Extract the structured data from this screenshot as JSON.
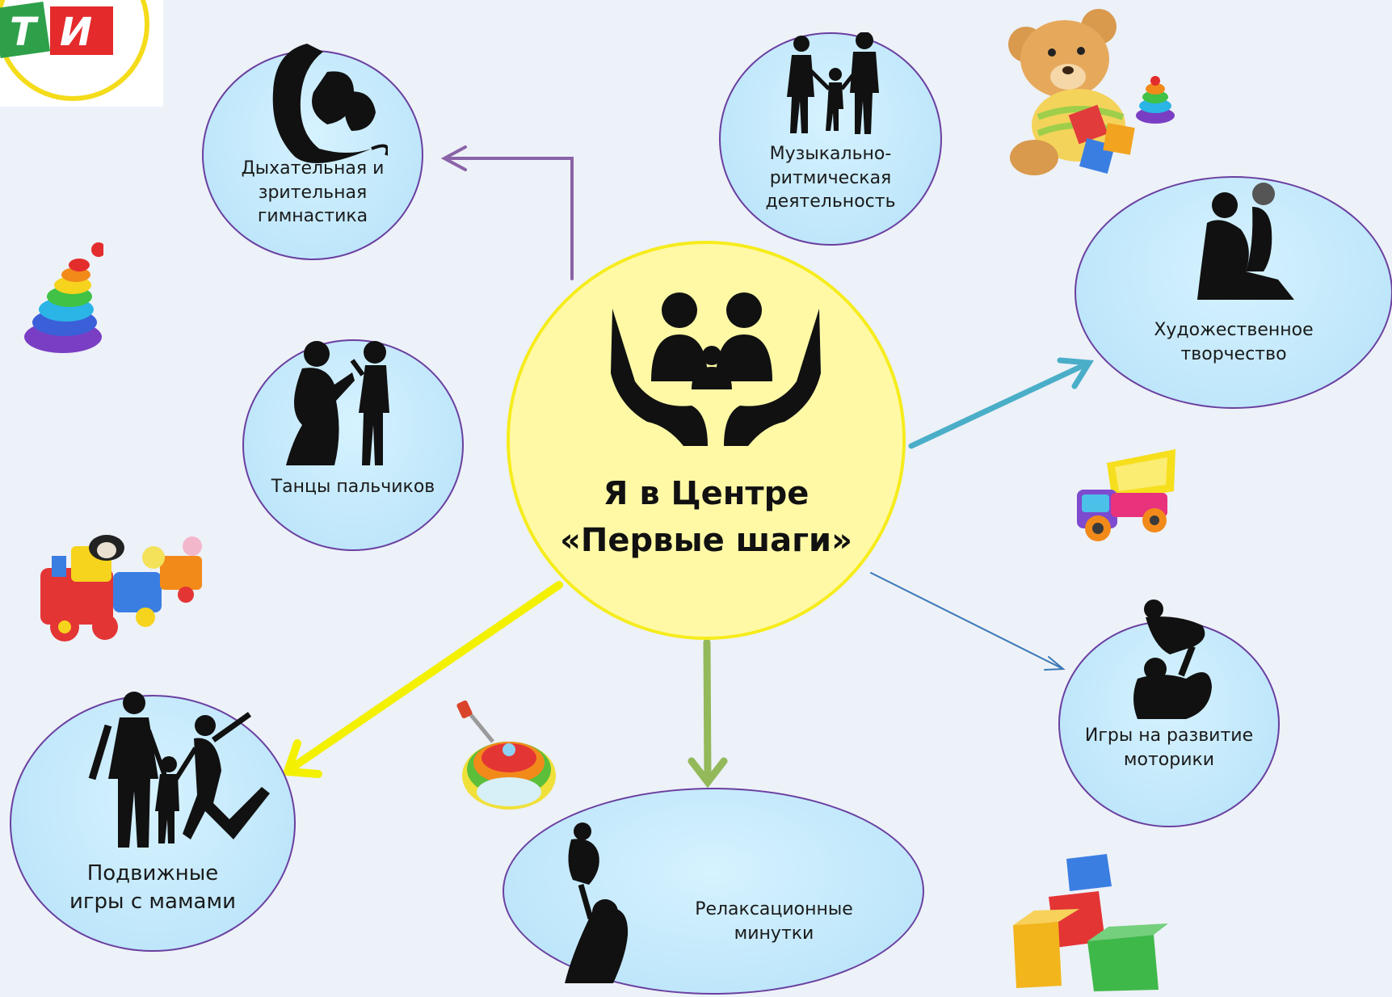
{
  "center": {
    "title": "Я в Центре «Первые шаги»"
  },
  "logo": {
    "letters": "ТИ"
  },
  "nodes": {
    "breathing": "Дыхательная и зрительная гимнастика",
    "music": "Музыкально-ритмическая деятельность",
    "art": "Художественное творчество",
    "finger_dance": "Танцы пальчиков",
    "motor": "Игры на развитие моторики",
    "outdoor": "Подвижные игры с мамами",
    "relax": "Релаксационные минутки"
  },
  "colors": {
    "background": "#edf1f8",
    "center_fill": "#fff9a6",
    "center_border": "#f6ec1c",
    "node_border": "#6a3fa0",
    "arrow_purple": "#8a63a8",
    "arrow_teal": "#4aaec8",
    "arrow_blue": "#3a78b6",
    "arrow_green": "#93b95a",
    "arrow_yellow": "#f3f000"
  }
}
